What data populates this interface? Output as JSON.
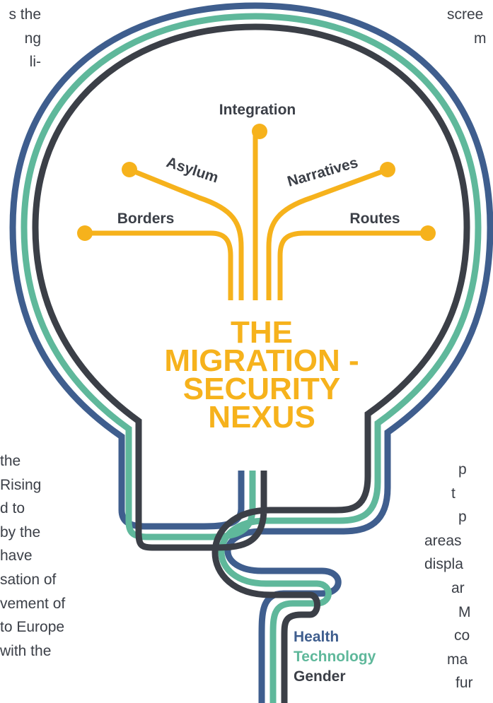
{
  "background_text": {
    "top_left": [
      "s the",
      "ng",
      "li-"
    ],
    "top_right": [
      "scree",
      "m"
    ],
    "bottom_left": [
      " the",
      "Rising",
      "d to",
      "by the",
      " have",
      "sation of",
      "vement of",
      " to Europe",
      " with the"
    ],
    "bottom_right": [
      "p",
      "t",
      "p",
      "areas",
      "displa",
      "ar",
      "M",
      "co",
      "ma",
      "fur"
    ]
  },
  "topics": {
    "integration": "Integration",
    "asylum": "Asylum",
    "narratives": "Narratives",
    "borders": "Borders",
    "routes": "Routes"
  },
  "title_lines": [
    "THE",
    "MIGRATION -",
    "SECURITY",
    "NEXUS"
  ],
  "legend": [
    {
      "label": "Health",
      "color": "#3f5e8e"
    },
    {
      "label": "Technology",
      "color": "#5fb89b"
    },
    {
      "label": "Gender",
      "color": "#3b3f47"
    }
  ],
  "colors": {
    "accent": "#f6b21c",
    "health": "#3f5e8e",
    "technology": "#5fb89b",
    "gender": "#3b3f47"
  }
}
